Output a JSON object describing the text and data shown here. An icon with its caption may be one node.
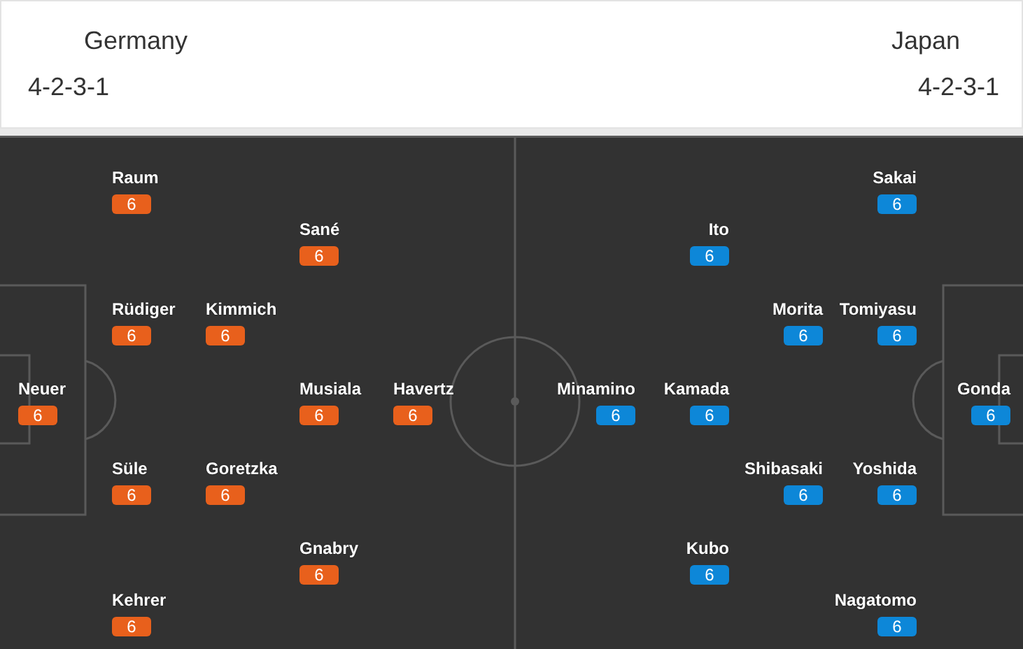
{
  "diagram": {
    "nodes": [
      {
        "text": [
          "Neuer",
          "6"
        ]
      },
      {
        "text": [
          "Raum",
          "6"
        ]
      },
      {
        "text": [
          "Rüdiger",
          "6"
        ]
      },
      {
        "text": [
          "Süle",
          "6"
        ]
      },
      {
        "text": [
          "Kehrer",
          "6"
        ]
      },
      {
        "text": [
          "Kimmich",
          "6"
        ]
      },
      {
        "text": [
          "Goretzka",
          "6"
        ]
      },
      {
        "text": [
          "Sané",
          "6"
        ]
      },
      {
        "text": [
          "Musiala",
          "6"
        ]
      },
      {
        "text": [
          "Gnabry",
          "6"
        ]
      },
      {
        "text": [
          "Havertz",
          "6"
        ]
      },
      {
        "text": [
          "Minamino",
          "6"
        ]
      },
      {
        "text": [
          "Ito",
          "6"
        ]
      },
      {
        "text": [
          "Kamada",
          "6"
        ]
      },
      {
        "text": [
          "Kubo",
          "6"
        ]
      },
      {
        "text": [
          "Morita",
          "6"
        ]
      },
      {
        "text": [
          "Shibasaki",
          "6"
        ]
      },
      {
        "text": [
          "Sakai",
          "6"
        ]
      },
      {
        "text": [
          "Tomiyasu",
          "6"
        ]
      },
      {
        "text": [
          "Yoshida",
          "6"
        ]
      },
      {
        "text": [
          "Nagatomo",
          "6"
        ]
      },
      {
        "text": [
          "Gonda",
          "6"
        ]
      }
    ],
    "labels": [
      "Germany",
      "4-2-3-1",
      "Japan",
      "4-2-3-1"
    ]
  }
}
